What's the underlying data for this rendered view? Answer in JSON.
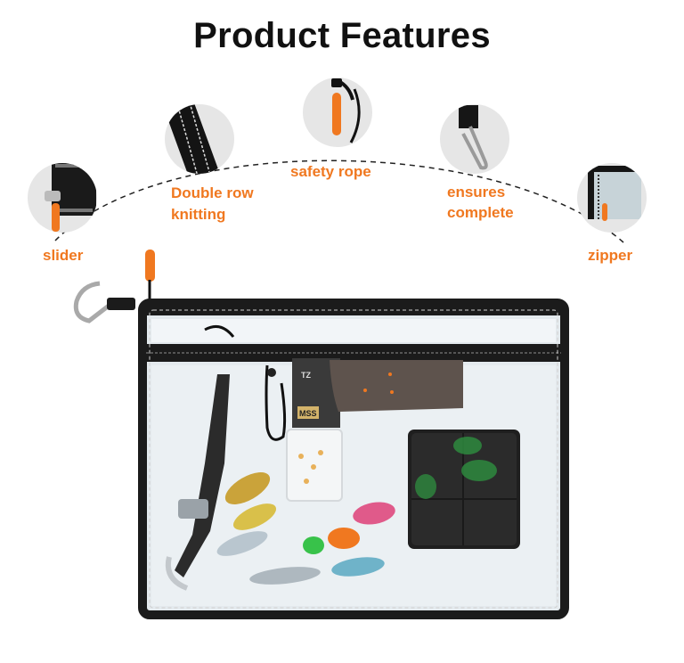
{
  "title": "Product Features",
  "features": {
    "slider": "slider",
    "double_row_line1": "Double row",
    "double_row_line2": "knitting",
    "safety_rope": "safety rope",
    "ensures_line1": "ensures",
    "ensures_line2": "complete",
    "zipper": "zipper"
  },
  "colors": {
    "accent": "#f07820",
    "bag_border": "#1b1b1b",
    "title": "#111111"
  },
  "product_prints": {
    "card_brand": "MSS",
    "card_side": "TZ"
  }
}
